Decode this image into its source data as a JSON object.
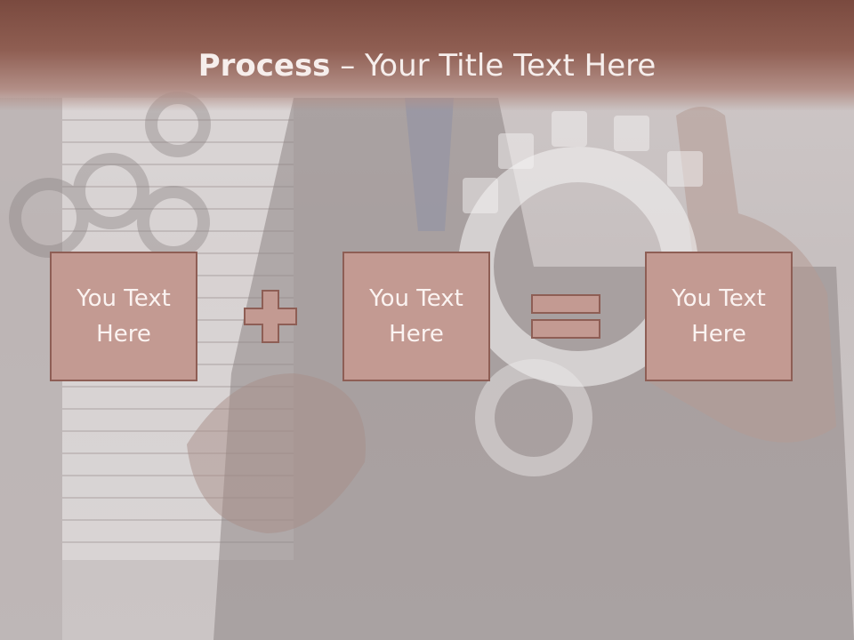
{
  "slide": {
    "title_bold": "Process",
    "title_rest": " – Your Title Text Here",
    "boxes": [
      {
        "label": "You Text\nHere"
      },
      {
        "label": "You Text\nHere"
      },
      {
        "label": "You Text\nHere"
      }
    ],
    "operators": [
      "plus-icon",
      "equals-icon"
    ]
  },
  "colors": {
    "title_band": "#8f5e52",
    "box_fill": "#c39a92",
    "box_border": "#8e5e55",
    "text_light": "#fbf3f1"
  }
}
